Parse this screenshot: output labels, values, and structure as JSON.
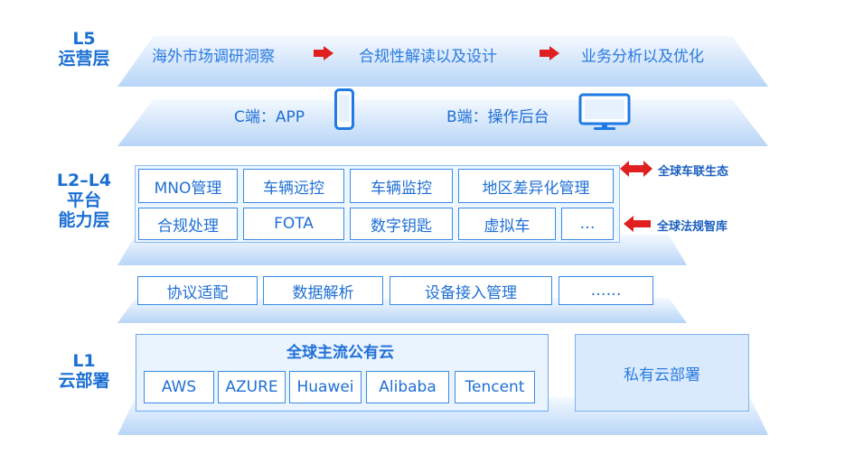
{
  "layers": {
    "l5": {
      "line1": "L5",
      "line2": "运营层"
    },
    "l2l4": {
      "line1": "L2–L4",
      "line2": "平台",
      "line3": "能力层"
    },
    "l1": {
      "line1": "L1",
      "line2": "云部署"
    }
  },
  "operations_flow": [
    "海外市场调研洞察",
    "合规性解读以及设计",
    "业务分析以及优化"
  ],
  "clients": {
    "c_end": "C端：APP",
    "b_end": "B端：操作后台"
  },
  "platform_row1": [
    "MNO管理",
    "车辆远控",
    "车辆监控",
    "地区差异化管理"
  ],
  "platform_row2": [
    "合规处理",
    "FOTA",
    "数字钥匙",
    "虚拟车",
    "…"
  ],
  "side_notes": {
    "ecosystem": "全球车联生态",
    "regulations": "全球法规智库"
  },
  "access_row": [
    "协议适配",
    "数据解析",
    "设备接入管理",
    "……"
  ],
  "public_cloud": {
    "title": "全球主流公有云",
    "providers": [
      "AWS",
      "AZURE",
      "Huawei",
      "Alibaba",
      "Tencent"
    ]
  },
  "private_cloud": "私有云部署",
  "colors": {
    "brand_blue": "#1a6fd4",
    "arrow_red": "#e02020"
  }
}
